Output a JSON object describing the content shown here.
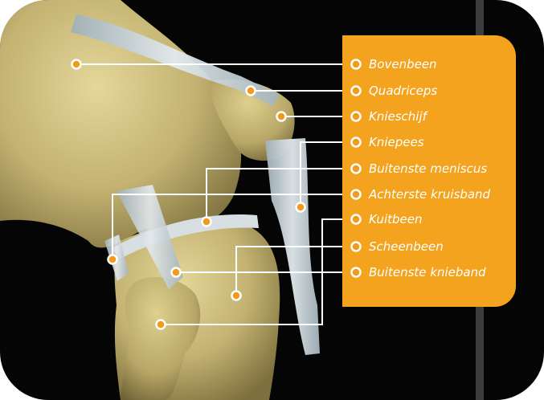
{
  "labels": [
    {
      "id": "bovenbeen",
      "text": "Bovenbeen"
    },
    {
      "id": "quadriceps",
      "text": "Quadriceps"
    },
    {
      "id": "knieschijf",
      "text": "Knieschijf"
    },
    {
      "id": "kniepees",
      "text": "Kniepees"
    },
    {
      "id": "buitenste-meniscus",
      "text": "Buitenste meniscus"
    },
    {
      "id": "achterste-kruisband",
      "text": "Achterste kruisband"
    },
    {
      "id": "kuitbeen",
      "text": "Kuitbeen"
    },
    {
      "id": "scheenbeen",
      "text": "Scheenbeen"
    },
    {
      "id": "buitenste-knieband",
      "text": "Buitenste knieband"
    }
  ],
  "colors": {
    "background": "#050505",
    "panel": "#f4a31f",
    "bone": "#c7b778",
    "ligament": "#c9d3d8",
    "leader": "#ffffff",
    "marker": "#f29a1c"
  }
}
